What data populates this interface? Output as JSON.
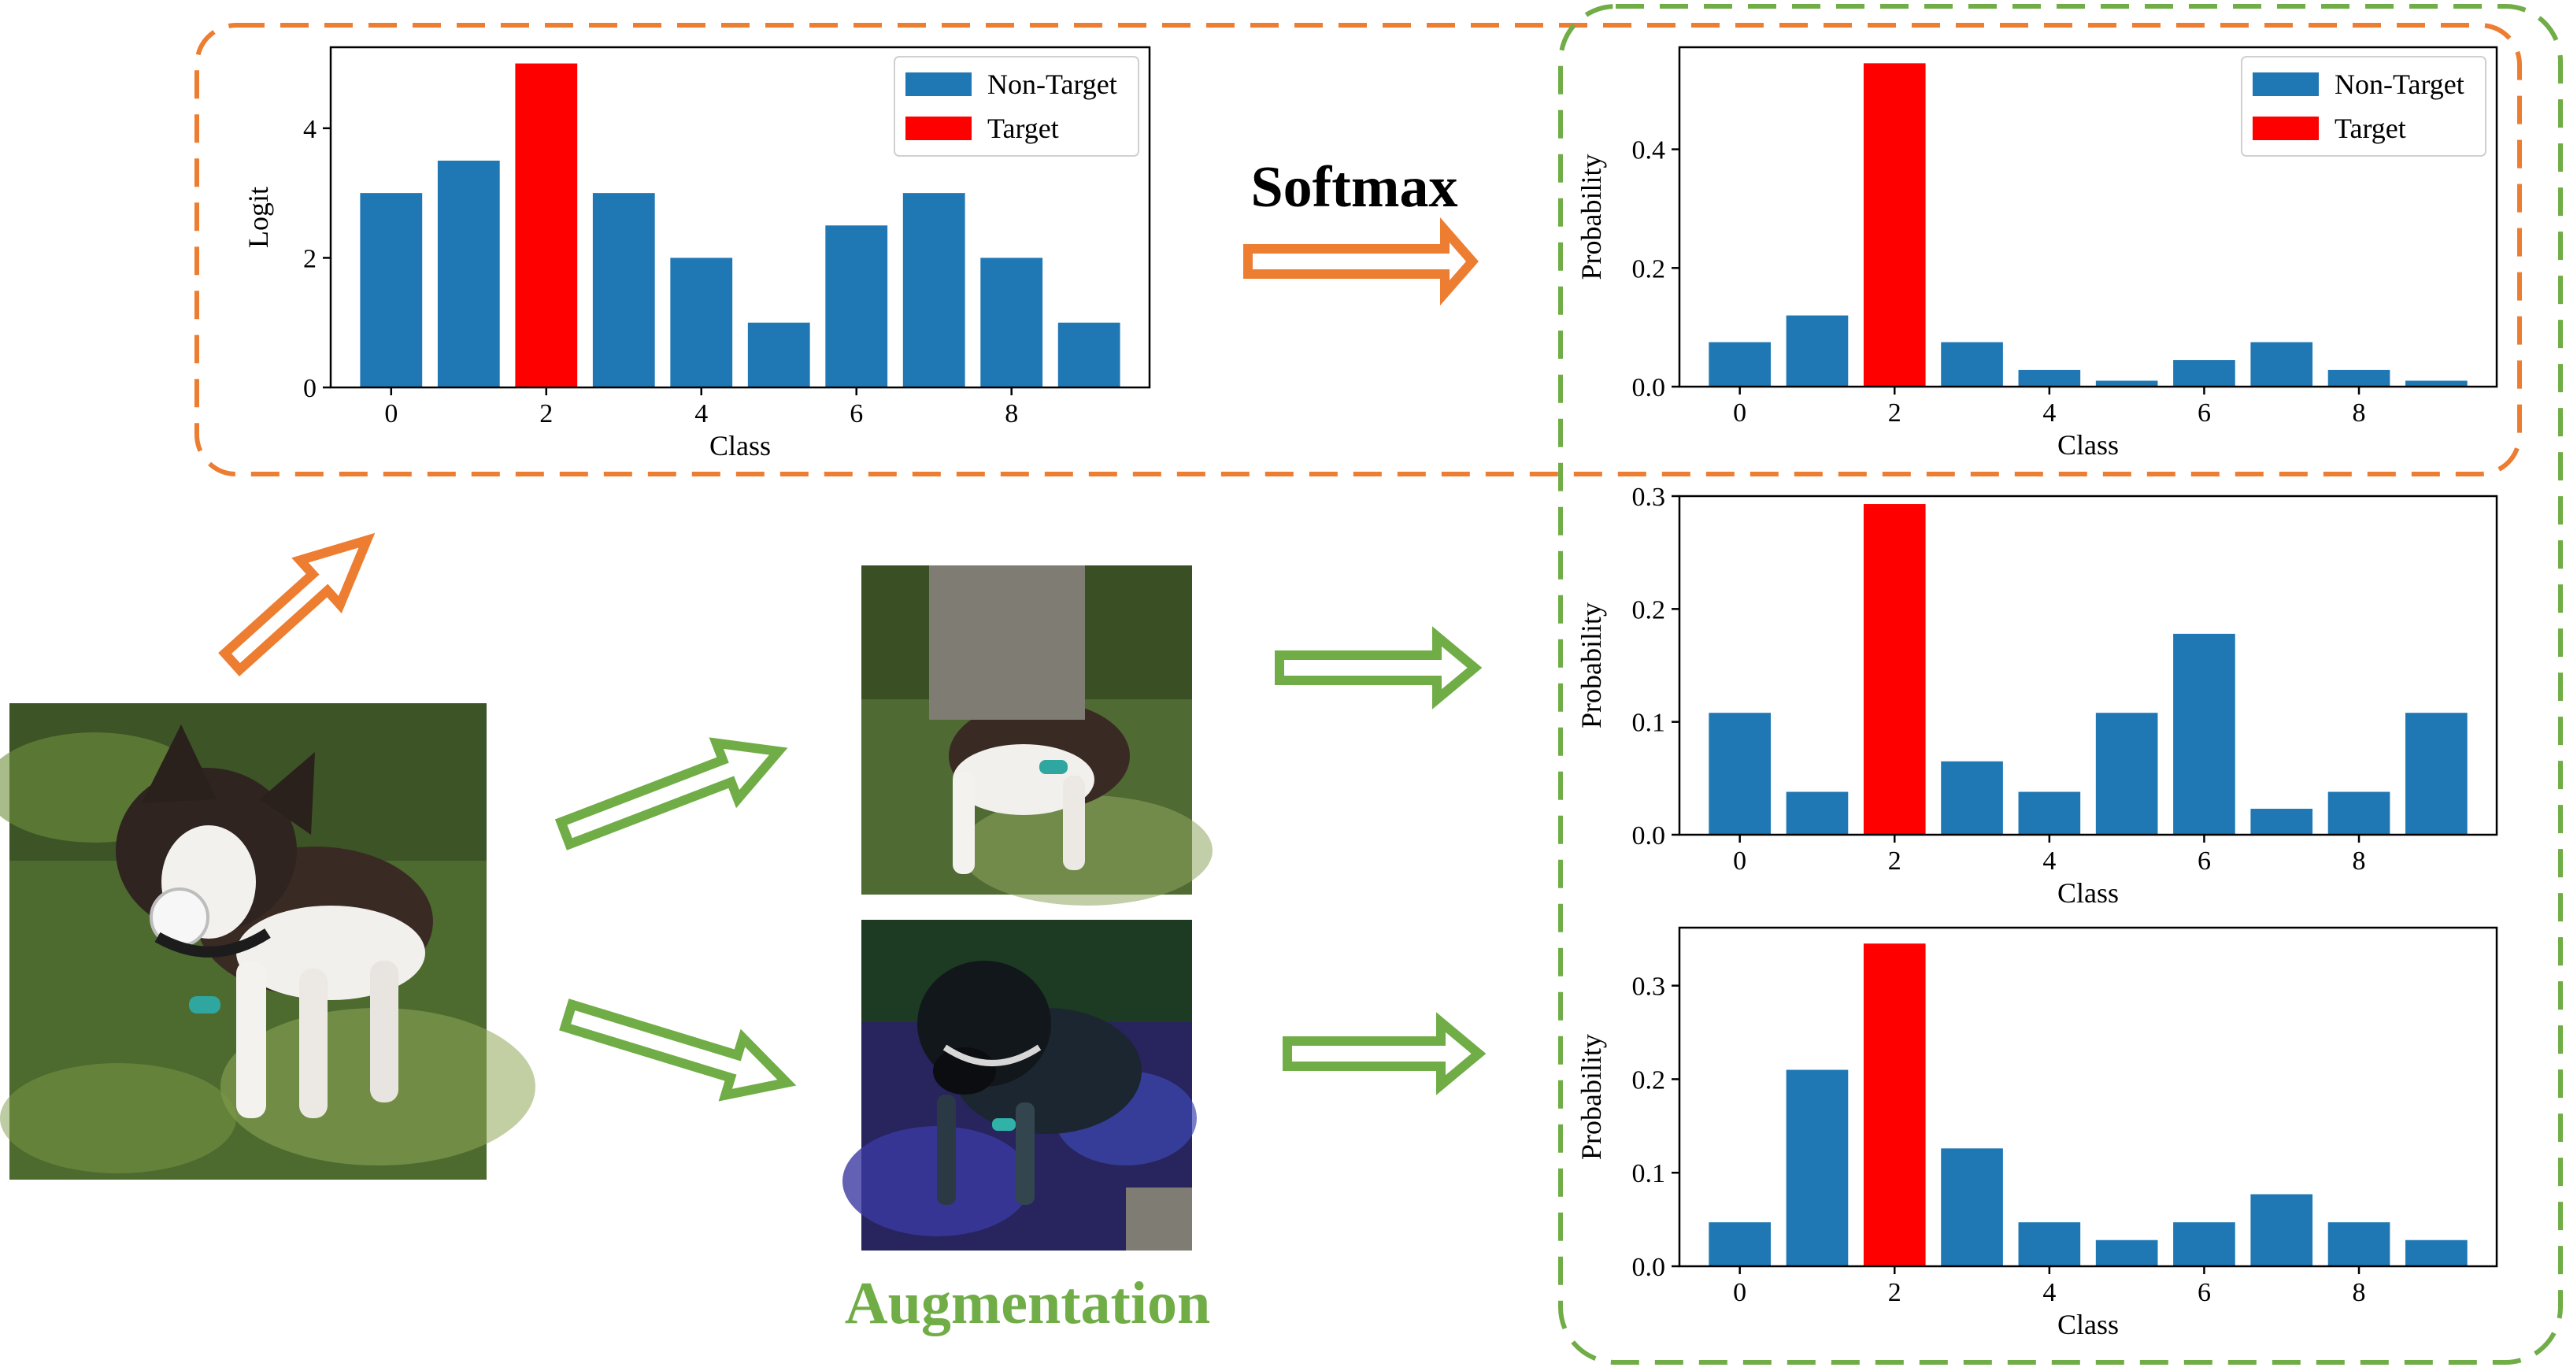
{
  "colors": {
    "non_target": "#1f77b4",
    "target": "#ff0000",
    "orange": "#ed7d31",
    "green": "#70ad47"
  },
  "softmax_label": "Softmax",
  "augmentation_label": "Augmentation",
  "chart_data": [
    {
      "type": "bar",
      "categories": [
        "0",
        "1",
        "2",
        "3",
        "4",
        "5",
        "6",
        "7",
        "8",
        "9"
      ],
      "values": [
        3,
        3.5,
        5,
        3,
        2,
        1,
        2.5,
        3,
        2,
        1
      ],
      "target_index": 2,
      "xlabel": "Class",
      "ylabel": "Logit",
      "xticks": [
        "0",
        "2",
        "4",
        "6",
        "8"
      ],
      "yticks": [
        "0",
        "2",
        "4"
      ],
      "ylim": [
        0,
        5.25
      ],
      "legend": [
        "Non-Target",
        "Target"
      ],
      "legend_position": "top-right"
    },
    {
      "type": "bar",
      "categories": [
        "0",
        "1",
        "2",
        "3",
        "4",
        "5",
        "6",
        "7",
        "8",
        "9"
      ],
      "values": [
        0.075,
        0.12,
        0.545,
        0.075,
        0.028,
        0.01,
        0.045,
        0.075,
        0.028,
        0.01
      ],
      "target_index": 2,
      "xlabel": "Class",
      "ylabel": "Probability",
      "xticks": [
        "0",
        "2",
        "4",
        "6",
        "8"
      ],
      "yticks": [
        "0.0",
        "0.2",
        "0.4"
      ],
      "ylim": [
        0,
        0.572
      ],
      "legend": [
        "Non-Target",
        "Target"
      ],
      "legend_position": "top-right"
    },
    {
      "type": "bar",
      "categories": [
        "0",
        "1",
        "2",
        "3",
        "4",
        "5",
        "6",
        "7",
        "8",
        "9"
      ],
      "values": [
        0.108,
        0.038,
        0.293,
        0.065,
        0.038,
        0.108,
        0.178,
        0.023,
        0.038,
        0.108
      ],
      "target_index": 2,
      "xlabel": "Class",
      "ylabel": "Probability",
      "xticks": [
        "0",
        "2",
        "4",
        "6",
        "8"
      ],
      "yticks": [
        "0.0",
        "0.1",
        "0.2",
        "0.3"
      ],
      "ylim": [
        0,
        0.3
      ]
    },
    {
      "type": "bar",
      "categories": [
        "0",
        "1",
        "2",
        "3",
        "4",
        "5",
        "6",
        "7",
        "8",
        "9"
      ],
      "values": [
        0.047,
        0.21,
        0.345,
        0.126,
        0.047,
        0.028,
        0.047,
        0.077,
        0.047,
        0.028
      ],
      "target_index": 2,
      "xlabel": "Class",
      "ylabel": "Probability",
      "xticks": [
        "0",
        "2",
        "4",
        "6",
        "8"
      ],
      "yticks": [
        "0.0",
        "0.1",
        "0.2",
        "0.3"
      ],
      "ylim": [
        0,
        0.362
      ]
    }
  ]
}
